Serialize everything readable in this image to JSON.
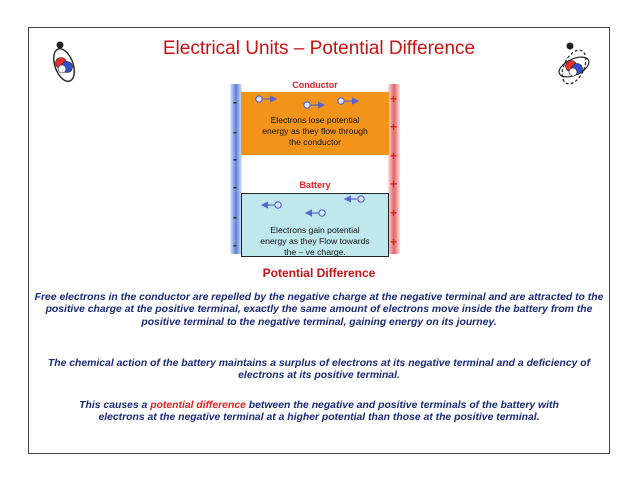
{
  "slide": {
    "title": "Electrical Units – Potential Difference",
    "icons": [
      "atom-icon",
      "atom-icon"
    ]
  },
  "diagram": {
    "conductor_label": "Conductor",
    "conductor_text": [
      "Electrons lose potential",
      "energy as they flow through",
      "the conductor"
    ],
    "battery_label": "Battery",
    "battery_text": [
      "Electrons gain potential",
      "energy as they Flow towards",
      "the  – ve charge."
    ],
    "negative_sign": "-",
    "positive_sign": "+",
    "colors": {
      "conductor_fill": "#f29419",
      "battery_fill": "#bfe8ec",
      "negative_terminal": "#5b7fd9",
      "positive_terminal": "#e26464",
      "electron": "#5566cc"
    }
  },
  "content": {
    "heading": "Potential Difference",
    "paragraph_1": "Free electrons in the conductor are repelled by the negative charge at the negative terminal and are attracted to the positive charge at the positive terminal, exactly the same amount of electrons move inside the battery from the positive terminal to the negative terminal, gaining energy on its journey.",
    "paragraph_2": "The chemical action of the battery maintains a surplus of electrons at its negative terminal and a deficiency of electrons at its positive terminal.",
    "paragraph_3_before": "This causes a ",
    "paragraph_3_highlight": "potential difference",
    "paragraph_3_after": " between the negative and positive terminals of the battery with electrons at the negative terminal at a higher potential than those at the positive terminal."
  }
}
